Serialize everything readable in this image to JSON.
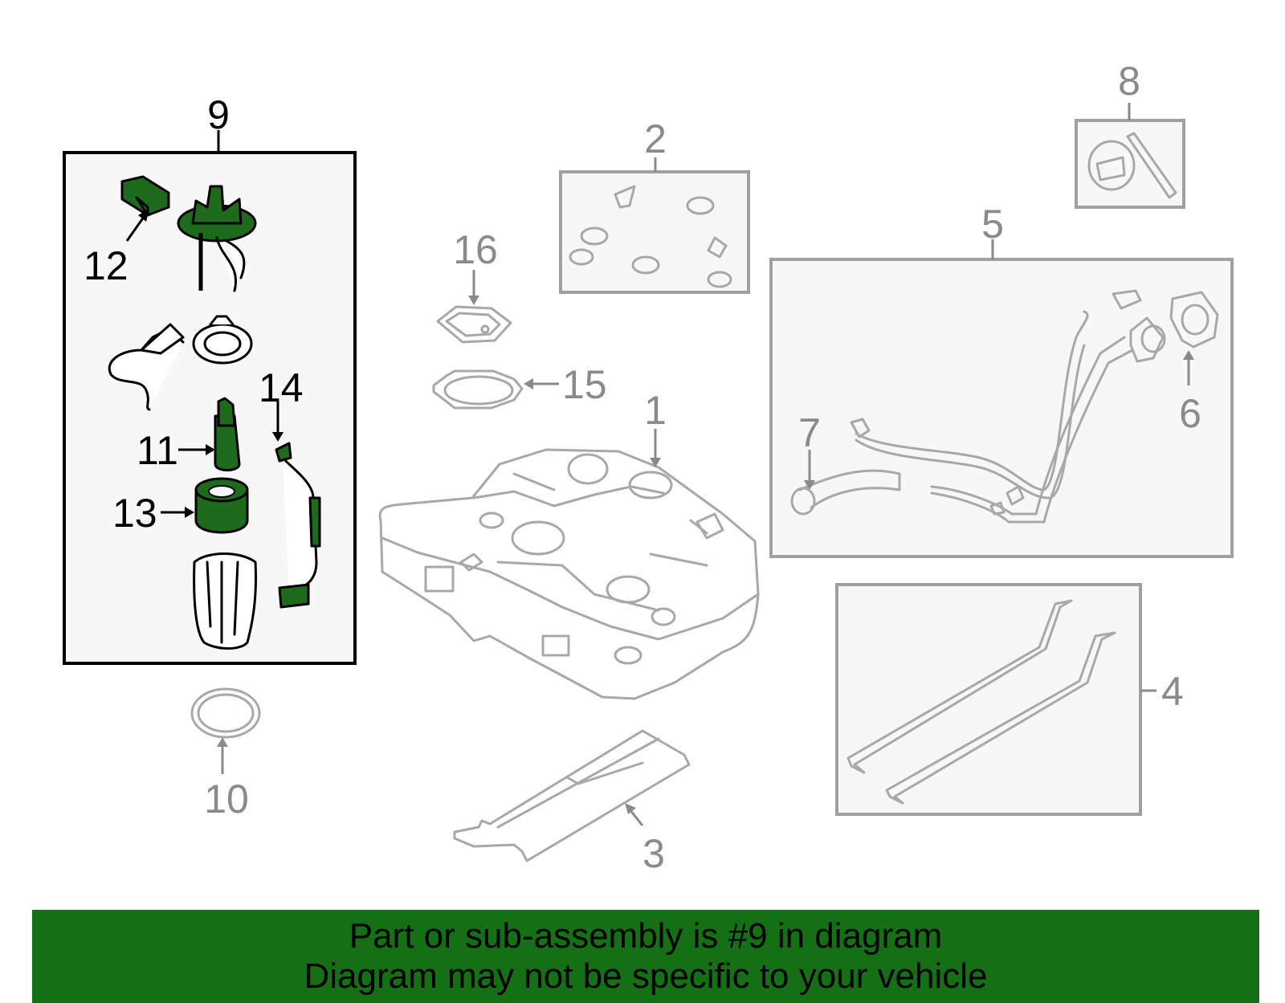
{
  "callouts": {
    "c1": "1",
    "c2": "2",
    "c3": "3",
    "c4": "4",
    "c5": "5",
    "c6": "6",
    "c7": "7",
    "c8": "8",
    "c9": "9",
    "c10": "10",
    "c11": "11",
    "c12": "12",
    "c13": "13",
    "c14": "14",
    "c15": "15",
    "c16": "16"
  },
  "highlight_color": "#1e6b1e",
  "banner": {
    "line1": "Part or sub-assembly is #9 in diagram",
    "line2": "Diagram may not be specific to your vehicle",
    "background": "#157015"
  }
}
